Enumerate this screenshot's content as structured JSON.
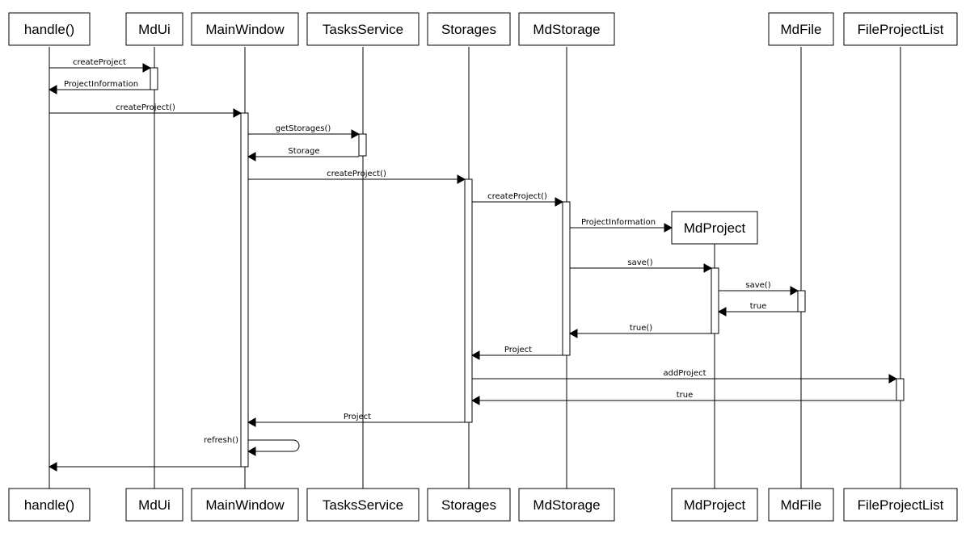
{
  "participants": [
    {
      "id": "handle",
      "label": "handle()"
    },
    {
      "id": "mdui",
      "label": "MdUi"
    },
    {
      "id": "mainwindow",
      "label": "MainWindow"
    },
    {
      "id": "tasksservice",
      "label": "TasksService"
    },
    {
      "id": "storages",
      "label": "Storages"
    },
    {
      "id": "mdstorage",
      "label": "MdStorage"
    },
    {
      "id": "mdproject",
      "label": "MdProject"
    },
    {
      "id": "mdfile",
      "label": "MdFile"
    },
    {
      "id": "fileprojectlist",
      "label": "FileProjectList"
    }
  ],
  "messages": [
    {
      "from": "handle",
      "to": "mdui",
      "label": "createProject"
    },
    {
      "from": "mdui",
      "to": "handle",
      "label": "ProjectInformation"
    },
    {
      "from": "handle",
      "to": "mainwindow",
      "label": "createProject()"
    },
    {
      "from": "mainwindow",
      "to": "tasksservice",
      "label": "getStorages()"
    },
    {
      "from": "tasksservice",
      "to": "mainwindow",
      "label": "Storage"
    },
    {
      "from": "mainwindow",
      "to": "storages",
      "label": "createProject()"
    },
    {
      "from": "storages",
      "to": "mdstorage",
      "label": "createProject()"
    },
    {
      "from": "mdstorage",
      "to": "mdproject",
      "label": "ProjectInformation"
    },
    {
      "from": "mdstorage",
      "to": "mdproject",
      "label": "save()"
    },
    {
      "from": "mdproject",
      "to": "mdfile",
      "label": "save()"
    },
    {
      "from": "mdfile",
      "to": "mdproject",
      "label": "true"
    },
    {
      "from": "mdproject",
      "to": "mdstorage",
      "label": "true()"
    },
    {
      "from": "mdstorage",
      "to": "storages",
      "label": "Project"
    },
    {
      "from": "storages",
      "to": "fileprojectlist",
      "label": "addProject"
    },
    {
      "from": "fileprojectlist",
      "to": "storages",
      "label": "true"
    },
    {
      "from": "storages",
      "to": "mainwindow",
      "label": "Project"
    },
    {
      "from": "mainwindow",
      "to": "mainwindow",
      "label": "refresh()"
    },
    {
      "from": "mainwindow",
      "to": "handle",
      "label": ""
    }
  ]
}
